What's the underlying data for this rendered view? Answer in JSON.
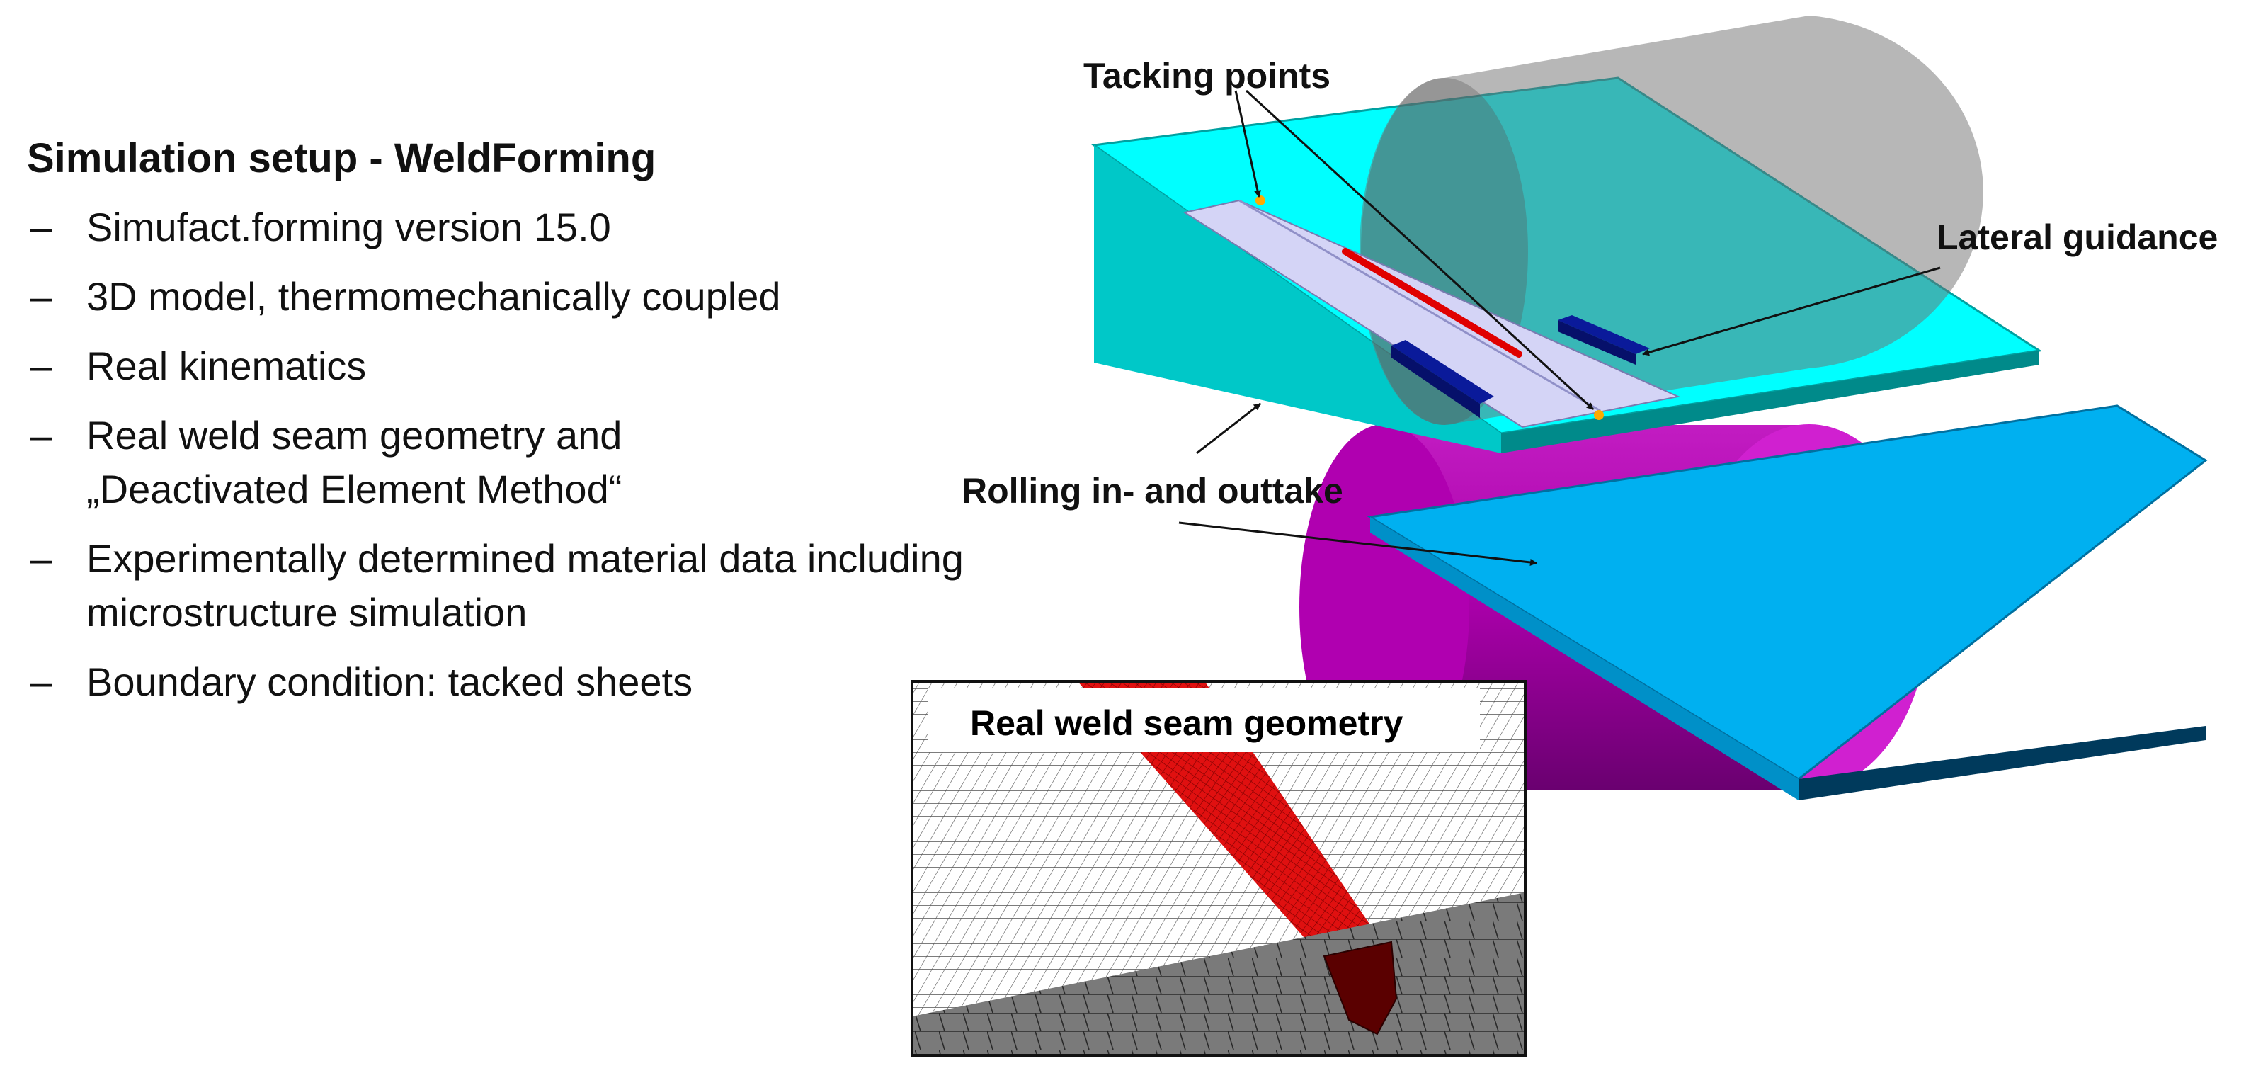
{
  "title": "Simulation setup - WeldForming",
  "bullets": [
    {
      "lines": [
        "Simufact.forming version 15.0"
      ]
    },
    {
      "lines": [
        "3D model, thermomechanically coupled"
      ]
    },
    {
      "lines": [
        "Real kinematics"
      ]
    },
    {
      "lines": [
        "Real weld seam geometry and",
        "„Deactivated Element Method“"
      ]
    },
    {
      "lines": [
        "Experimentally determined material data including",
        "microstructure simulation"
      ]
    },
    {
      "lines": [
        "Boundary condition: tacked sheets"
      ]
    }
  ],
  "bullet_marker": "–",
  "callouts": {
    "tacking_points": "Tacking points",
    "lateral_guidance": "Lateral guidance",
    "rolling": "Rolling in- and outtake"
  },
  "inset": {
    "title": "Real weld seam geometry"
  },
  "colors": {
    "intake_plate": "#00ffff",
    "outtake_plate": "#00b0f0",
    "lower_roller": "#b000b0",
    "upper_roller": "#8a8a8a",
    "weld_seam": "#e00000",
    "guides": "#0a1a9a",
    "tacking_point": "#ffaa00"
  }
}
